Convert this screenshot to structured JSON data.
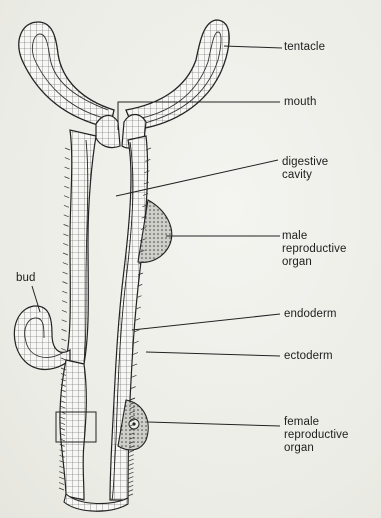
{
  "labels": {
    "tentacle": "tentacle",
    "mouth": "mouth",
    "digestive_1": "digestive",
    "digestive_2": "cavity",
    "male_1": "male",
    "male_2": "reproductive",
    "male_3": "organ",
    "endoderm": "endoderm",
    "ectoderm": "ectoderm",
    "female_1": "female",
    "female_2": "reproductive",
    "female_3": "organ",
    "bud": "bud"
  }
}
